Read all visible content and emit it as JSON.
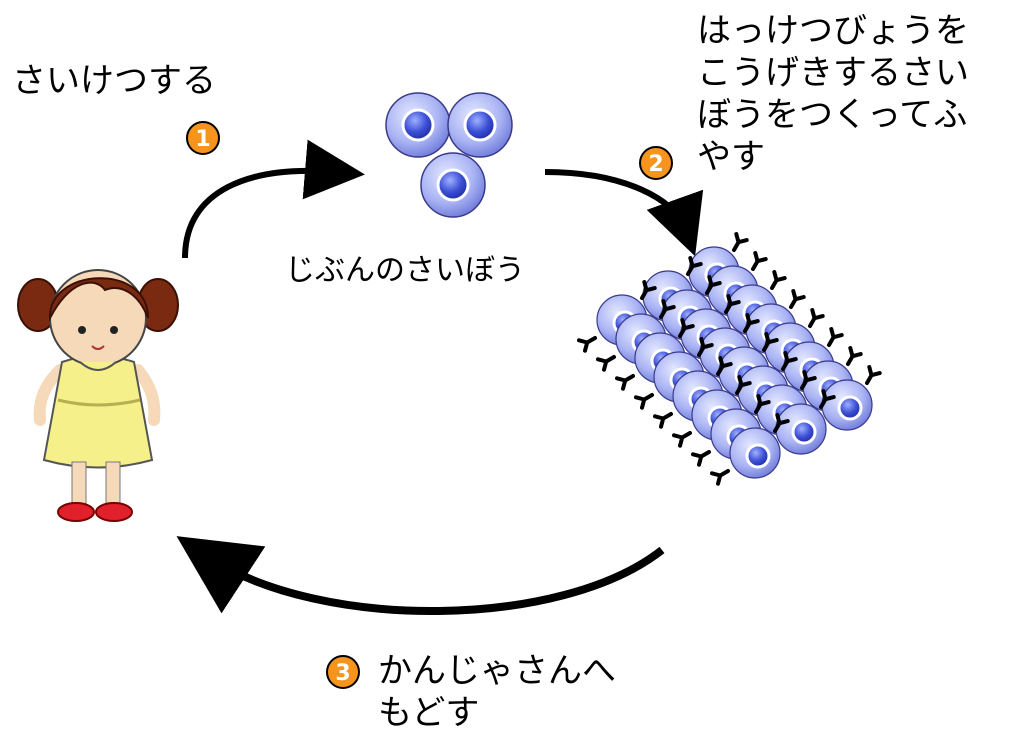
{
  "labels": {
    "step1": "さいけつする",
    "step2_lines": [
      "はっけつびょうを",
      "こうげきするさい",
      "ぼうをつくってふ",
      "やす"
    ],
    "own_cells": "じぶんのさいぼう",
    "step3_lines": [
      "かんじゃさんへ",
      "もどす"
    ]
  },
  "badges": {
    "one": "1",
    "two": "2",
    "three": "3"
  },
  "colors": {
    "badge_fill": "#f7941d",
    "arrow": "#000000",
    "cell_outer": "#aab4f4",
    "cell_nucleus": "#3c4fd6",
    "dress": "#f5f08a",
    "hair": "#7a2a10",
    "shoes": "#e0202a"
  },
  "icons": [
    "girl-figure",
    "cell-cluster-icon",
    "cell-grid-icon",
    "arrow-right",
    "arrow-down",
    "arrow-left"
  ]
}
